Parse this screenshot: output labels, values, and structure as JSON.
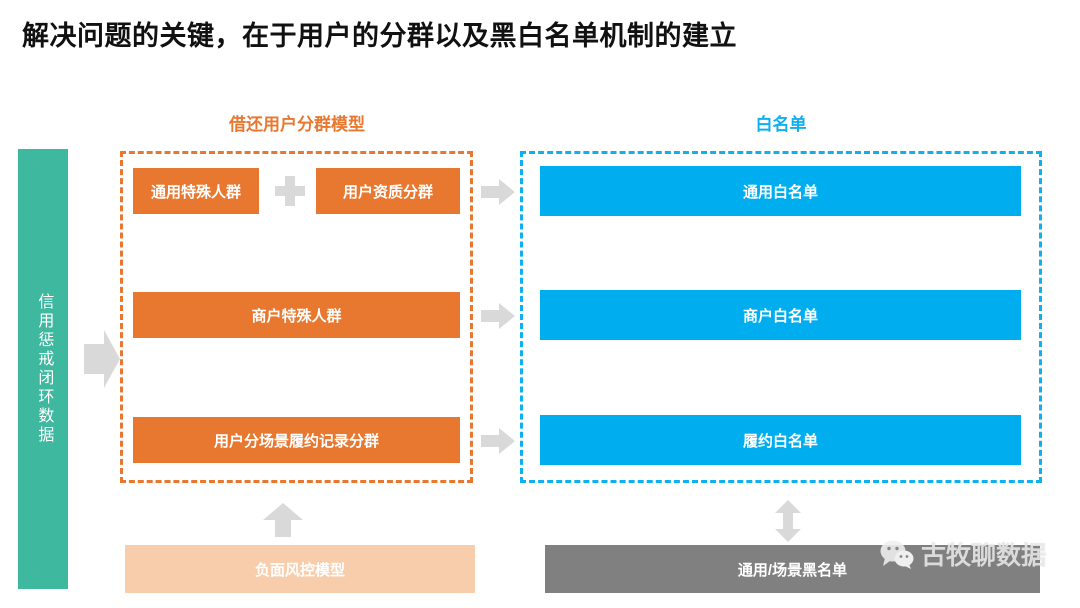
{
  "page": {
    "title": "解决问题的关键，在于用户的分群以及黑白名单机制的建立",
    "background": "#FFFFFF"
  },
  "colors": {
    "orange": "#E8782F",
    "blue": "#00AEEF",
    "blue_header": "#0FB0EF",
    "teal": "#3FB8A0",
    "peach": "#F8CDAC",
    "grey": "#808080",
    "arrow_grey": "#D9D9D9"
  },
  "left_rail": {
    "label": "信用惩戒闭环数据",
    "color": "#3FB8A0"
  },
  "columns": {
    "left": {
      "header": "借还用户分群模型",
      "header_color": "#E8782F",
      "border_style": "dashed",
      "rows": [
        {
          "items": [
            "通用特殊人群",
            "用户资质分群"
          ],
          "operator": "+"
        },
        {
          "items": [
            "商户特殊人群"
          ]
        },
        {
          "items": [
            "用户分场景履约记录分群"
          ]
        }
      ]
    },
    "right": {
      "header": "白名单",
      "header_color": "#0FB0EF",
      "border_style": "dashed",
      "rows": [
        {
          "items": [
            "通用白名单"
          ]
        },
        {
          "items": [
            "商户白名单"
          ]
        },
        {
          "items": [
            "履约白名单"
          ]
        }
      ]
    }
  },
  "bottom": {
    "left_box": "负面风控模型",
    "right_box": "通用/场景黑名单"
  },
  "connectors": {
    "row_arrows": [
      "arrow-right",
      "arrow-right",
      "arrow-right"
    ],
    "rail_arrow": "arrow-right",
    "bottom_left_arrow": "arrow-up",
    "bottom_right_arrow": "arrow-up-down"
  },
  "watermark": {
    "icon": "wechat-icon",
    "text": "古牧聊数据"
  }
}
